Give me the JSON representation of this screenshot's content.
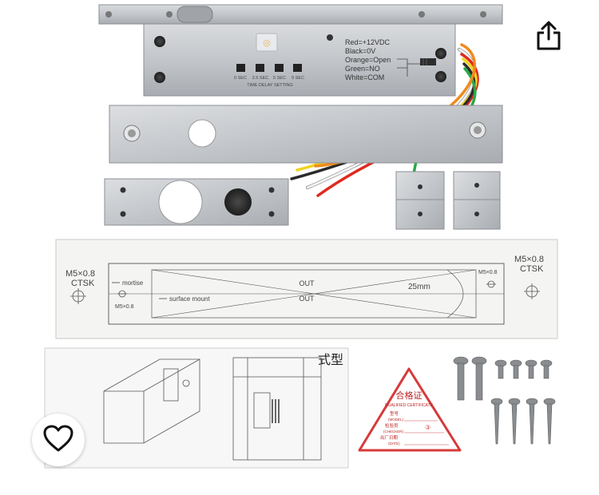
{
  "lock_body": {
    "wiring": {
      "red": "Red=+12VDC",
      "black": "Black=0V",
      "orange": "Orange=Open",
      "green": "Green=NO",
      "white": "White=COM"
    },
    "delay_settings": [
      "0 SEC",
      "2.5 SEC",
      "5 SEC",
      "9 SEC"
    ],
    "delay_caption": "TIME DELAY SETTING"
  },
  "template": {
    "screw_left": "M5×0.8",
    "csk_left": "CTSK",
    "screw_right": "M5×0.8",
    "csk_right": "CTSK",
    "mortise": "mortise",
    "surface_mount": "surface mount",
    "screw_small_left": "M5×0.8",
    "screw_small_right": "M5×0.8",
    "out_top": "OUT",
    "out_bottom": "OUT",
    "dimension": "25mm"
  },
  "manual": {
    "heading_fragment": "式型"
  },
  "certificate": {
    "title_cn": "合格证",
    "title_en": "QUALIFIED CERTIFICATE",
    "row1": "型号",
    "row1_en": "(MODEL)",
    "row2": "检验员",
    "row2_en": "(CHECKER)",
    "row3": "出厂日期",
    "row3_en": "(DATE)",
    "stamp": "③"
  },
  "actions": {
    "share_icon": "share-icon",
    "favorite_icon": "heart-outline-icon"
  },
  "colors": {
    "wire_red": "#e02a1f",
    "wire_orange": "#f08a1c",
    "wire_yellow": "#f2d320",
    "wire_green": "#2aa84a",
    "wire_white": "#f4f4f4",
    "wire_black": "#2a2a2a"
  }
}
